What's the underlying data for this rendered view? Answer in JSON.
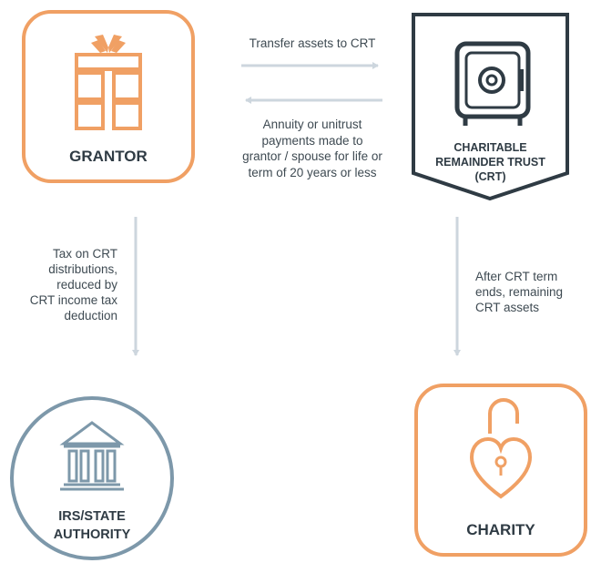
{
  "nodes": {
    "grantor": {
      "label": "GRANTOR"
    },
    "trust": {
      "label_lines": [
        "CHARITABLE",
        "REMAINDER TRUST",
        "(CRT)"
      ]
    },
    "irs": {
      "label_lines": [
        "IRS/STATE",
        "AUTHORITY"
      ]
    },
    "charity": {
      "label": "CHARITY"
    }
  },
  "edges": {
    "transfer": {
      "label": "Transfer assets to CRT"
    },
    "payments": {
      "label_lines": [
        "Annuity or unitrust",
        "payments made to",
        "grantor / spouse for life or",
        "term of 20 years or less"
      ]
    },
    "tax": {
      "label_lines": [
        "Tax on CRT",
        "distributions,",
        "reduced by",
        "CRT income tax",
        "deduction"
      ]
    },
    "remainder": {
      "label_lines": [
        "After CRT term",
        "ends, remaining",
        "CRT assets"
      ]
    }
  },
  "colors": {
    "orange": "#f0a064",
    "slate": "#2f3b44",
    "steel": "#7d98aa",
    "arrow": "#cdd6de",
    "text": "#3e4a52"
  },
  "icons": {
    "grantor": "gift-icon",
    "trust": "safe-icon",
    "irs": "bank-building-icon",
    "charity": "heart-lock-icon"
  }
}
